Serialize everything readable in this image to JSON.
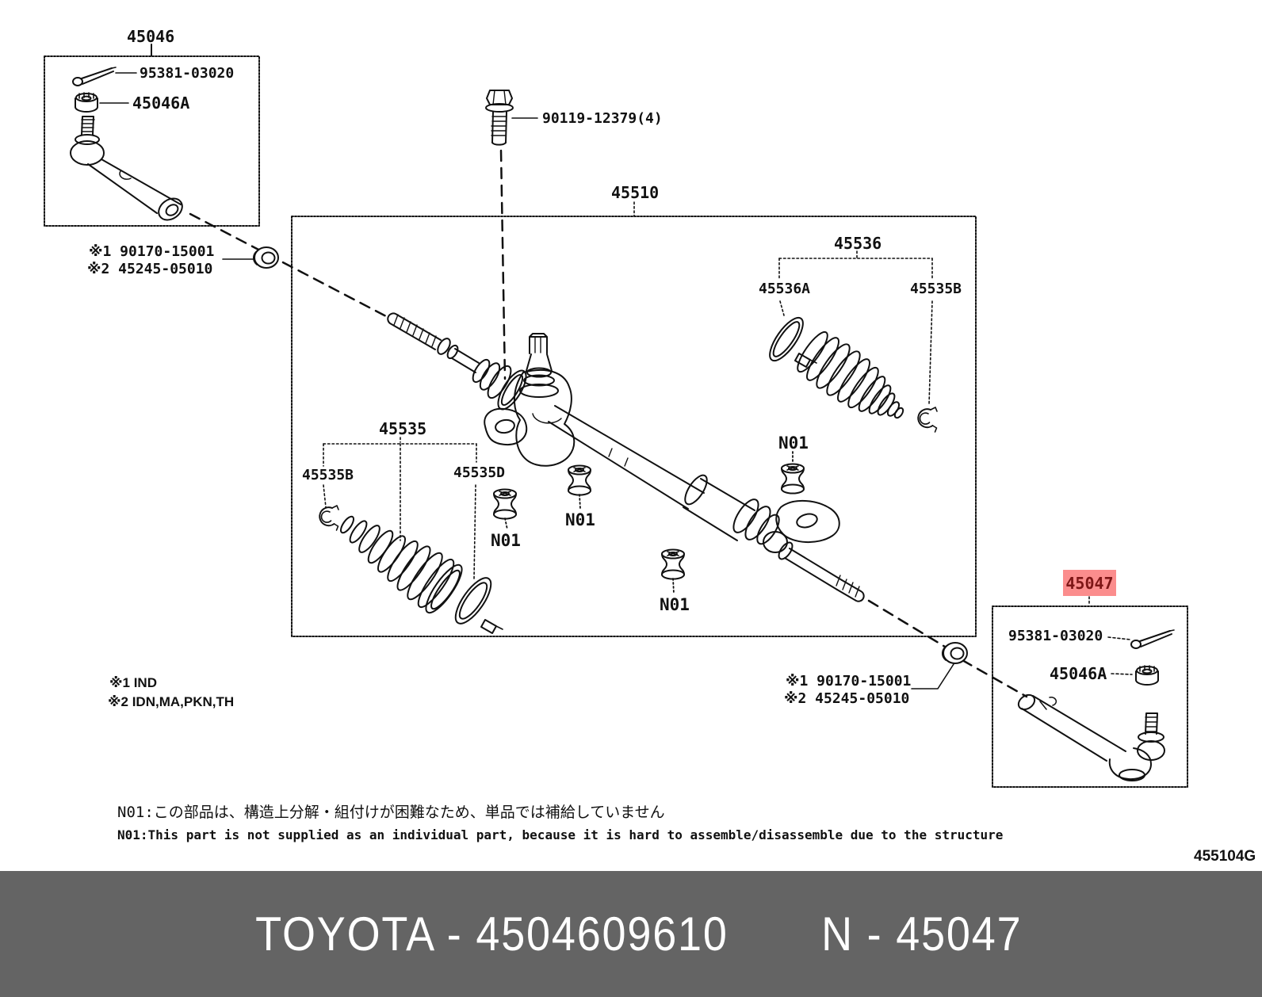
{
  "page": {
    "footer_code": "455104G",
    "banner": {
      "left": "TOYOTA - 4504609610",
      "right": "N - 45047",
      "bg": "#646464",
      "fg": "#ffffff"
    }
  },
  "highlight": {
    "bg": "#fb8d8d",
    "fg": "#7e1616"
  },
  "boxes": {
    "box_45046": {
      "title": "45046",
      "pin": "95381-03020",
      "nut": "45046A"
    },
    "box_45510": {
      "title": "45510"
    },
    "box_45047": {
      "title": "45047",
      "pin": "95381-03020",
      "nut": "45046A"
    }
  },
  "callouts": {
    "bolt": "90119-12379(4)",
    "ref1": "※1 90170-15001",
    "ref2": "※2 45245-05010",
    "boot_right_group": "45536",
    "boot_right_clamp": "45536A",
    "boot_right_clip": "45535B",
    "boot_left_group": "45535",
    "boot_left_clip": "45535B",
    "boot_left_clamp": "45535D",
    "n01": "N01"
  },
  "notes": {
    "region1": "※1 IND",
    "region2": "※2 IDN,MA,PKN,TH",
    "jp": "N01:この部品は、構造上分解・組付けが困難なため、単品では補給していません",
    "en": "N01:This part is not supplied as an individual part, because it is hard to assemble/disassemble due to the structure"
  }
}
